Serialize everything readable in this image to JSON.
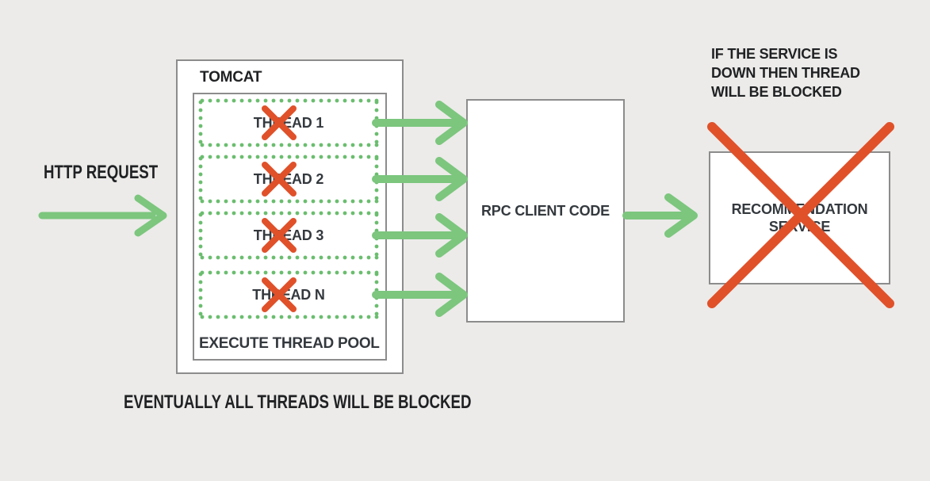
{
  "diagram": {
    "colors": {
      "bg": "#ECEBE9",
      "arrow_green": "#7CC67E",
      "dot_green": "#6ABD6E",
      "blocked_red": "#E0512A",
      "box_border": "#8C8C8C",
      "box_fill": "#FFFFFF",
      "text_dark": "#1F2123",
      "box_text": "#34393E"
    },
    "http_request_label": "HTTP REQUEST",
    "tomcat": {
      "title": "TOMCAT",
      "pool_label": "EXECUTE THREAD POOL",
      "threads": [
        {
          "label": "THREAD 1",
          "blocked": true
        },
        {
          "label": "THREAD 2",
          "blocked": true
        },
        {
          "label": "THREAD 3",
          "blocked": true
        },
        {
          "label": "THREAD N",
          "blocked": true
        }
      ]
    },
    "rpc_box_label": "RPC CLIENT CODE",
    "service_box": {
      "line1": "RECOMMENDATION",
      "line2": "SERVICE",
      "blocked": true
    },
    "note": {
      "line1": "IF THE SERVICE IS",
      "line2": "DOWN THEN THREAD",
      "line3": "WILL BE BLOCKED"
    },
    "caption": "EVENTUALLY ALL THREADS WILL BE BLOCKED"
  }
}
